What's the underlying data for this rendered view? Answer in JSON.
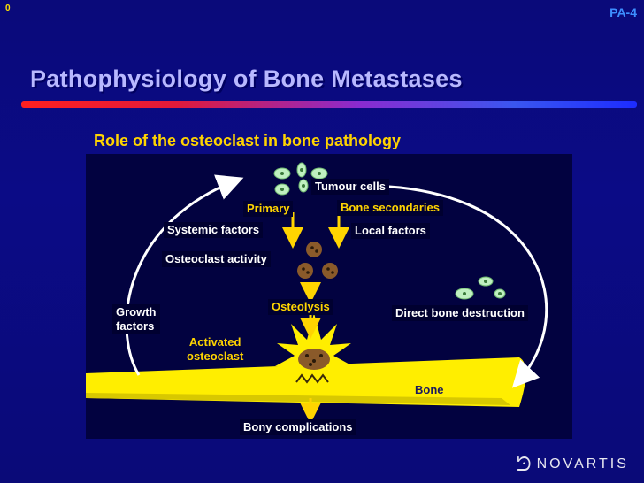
{
  "slide": {
    "number": "0",
    "code": "PA-4"
  },
  "title": "Pathophysiology of Bone Metastases",
  "subtitle": "Role of the osteoclast in bone pathology",
  "diagram": {
    "tumour_cells": "Tumour cells",
    "primary": "Primary",
    "bone_secondaries": "Bone secondaries",
    "systemic_factors": "Systemic factors",
    "local_factors": "Local factors",
    "osteoclast_activity": "Osteoclast activity",
    "osteolysis": "Osteolysis",
    "growth_factors_1": "Growth",
    "growth_factors_2": "factors",
    "direct_bone_destruction": "Direct bone destruction",
    "activated_1": "Activated",
    "activated_2": "osteoclast",
    "bone": "Bone",
    "bony_complications": "Bony complications"
  },
  "logo": {
    "mark": "ᘦ",
    "text": "NOVARTIS"
  },
  "colors": {
    "background": "#0a0a80",
    "accent_yellow": "#ffd400",
    "title": "#b8b8ff",
    "code": "#3d8eff"
  }
}
